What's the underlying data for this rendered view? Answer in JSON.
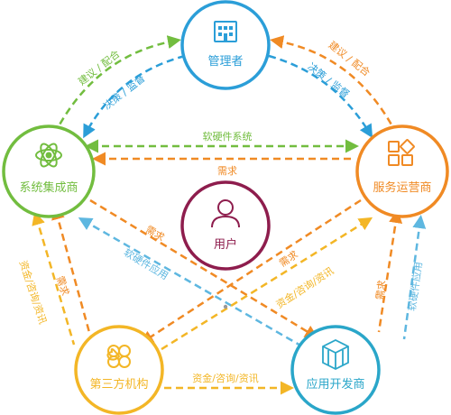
{
  "colors": {
    "blue": "#2b9ed8",
    "orange": "#f08a24",
    "green": "#72bd3f",
    "maroon": "#8e1d4d",
    "teal": "#2aa6c9",
    "lightblue": "#5eb7e0",
    "yellow": "#f3b626"
  },
  "nodes": {
    "management": {
      "label": "管理者",
      "icon": "building-icon"
    },
    "integrator": {
      "label": "系统集成商",
      "icon": "atom-icon"
    },
    "operator": {
      "label": "服务运营商",
      "icon": "grid-shapes-icon"
    },
    "user": {
      "label": "用户",
      "icon": "user-icon"
    },
    "third_party": {
      "label": "第三方机构",
      "icon": "clover-icon"
    },
    "developer": {
      "label": "应用开发商",
      "icon": "cube-cluster-icon"
    }
  },
  "edges": {
    "mgmt_to_integrator_suggest": "建议 / 配合",
    "mgmt_to_integrator_decide": "决策 / 监督",
    "mgmt_to_operator_suggest": "建议 / 配合",
    "mgmt_to_operator_decide": "决策 / 监督",
    "integrator_operator_hw": "软硬件系统",
    "integrator_operator_demand": "需求",
    "integrator_developer_demand": "需求",
    "integrator_developer_hw": "软硬件应用",
    "operator_third_demand": "需求",
    "operator_third_funds": "资金/咨询/资讯",
    "integrator_third_funds": "资金/咨询/资讯",
    "integrator_third_demand": "需求",
    "operator_developer_demand": "需求",
    "operator_developer_hw": "软硬件应用",
    "third_developer_funds": "资金/咨询/资讯"
  }
}
